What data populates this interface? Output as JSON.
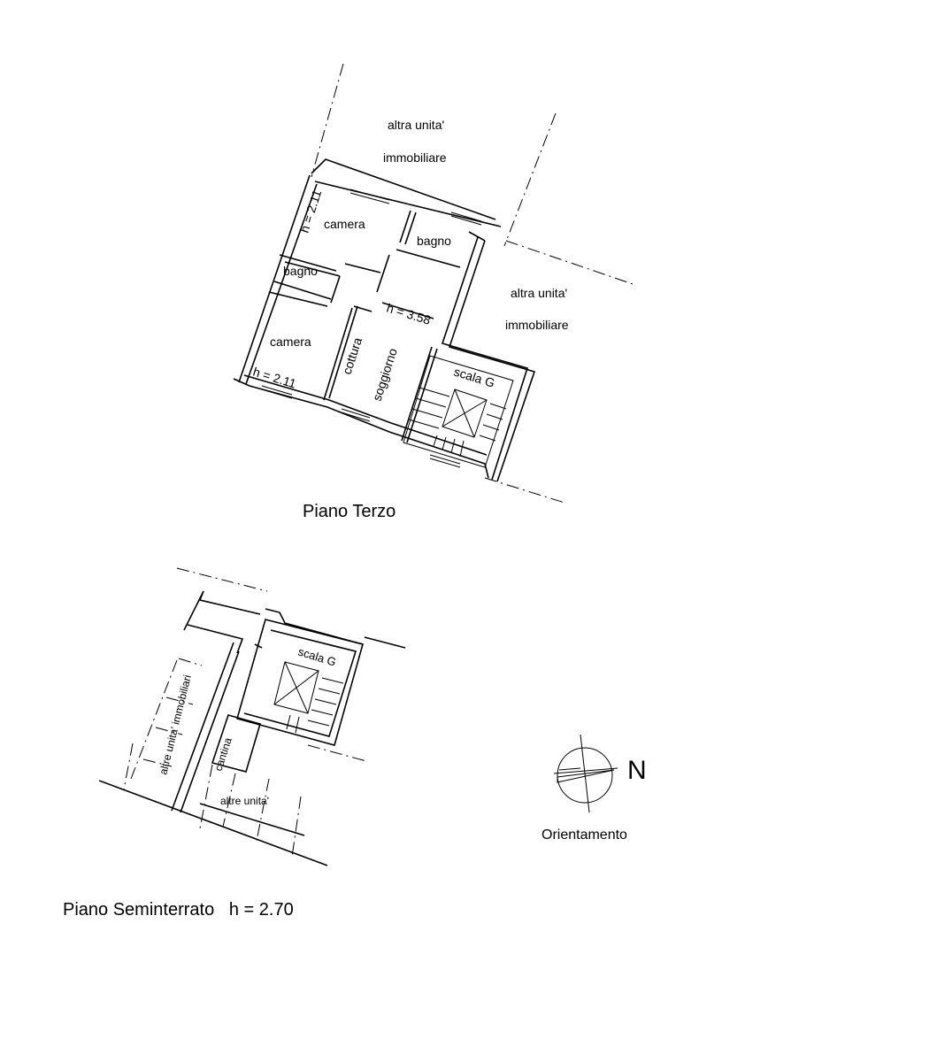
{
  "piano_terzo": {
    "title": "Piano Terzo",
    "neighbor_top_line1": "altra unita'",
    "neighbor_top_line2": "immobiliare",
    "neighbor_right_line1": "altra unita'",
    "neighbor_right_line2": "immobiliare",
    "room_camera_top": "camera",
    "room_bagno_top": "bagno",
    "room_bagno_left": "bagno",
    "room_camera_bottom": "camera",
    "room_cottura": "cottura",
    "room_soggiorno": "soggiorno",
    "stair": "scala G",
    "height_camera_top": "h = 2.11",
    "height_camera_bottom": "h = 2.11",
    "height_soggiorno": "h = 3.58"
  },
  "piano_seminterrato": {
    "title": "Piano Seminterrato   h = 2.70",
    "stair": "scala G",
    "cantina": "cantina",
    "altre_unita_immobiliari": "altre unita' immobiliari",
    "altre_unita": "altre unita'"
  },
  "orientamento": {
    "north_letter": "N",
    "label": "Orientamento"
  }
}
